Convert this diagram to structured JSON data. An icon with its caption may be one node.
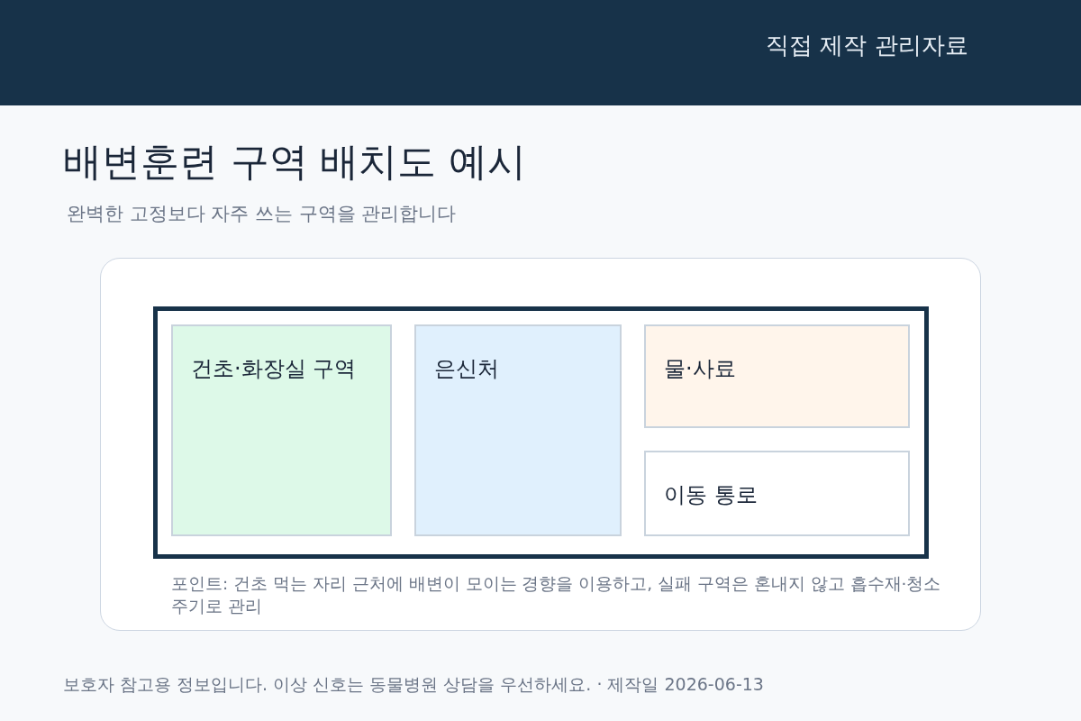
{
  "diagram": {
    "title": "배변훈련 구역 배치도 예시",
    "nodes": [
      {
        "text": [
          "직접 제작 관리자료"
        ]
      },
      {
        "text": [
          "포인트: 건초 먹는 자리 근처에 배변이 모이는 경향을 이용하고, 실패 구역은 혼내지 않고 흡수재·청소 주기로 관리"
        ]
      },
      {
        "text": [],
        "shape": "box",
        "in": 1
      },
      {
        "text": [
          "건초·화장실 구역"
        ],
        "in": 2
      },
      {
        "text": [
          "은신처"
        ],
        "in": 2
      },
      {
        "text": [
          "물·사료"
        ],
        "in": 2
      },
      {
        "text": [
          "이동 통로"
        ],
        "in": 2
      }
    ],
    "labels": [
      "완벽한 고정보다 자주 쓰는 구역을 관리합니다",
      "보호자 참고용 정보입니다. 이상 신호는 동물병원 상담을 우선하세요. · 제작일 2026-06-13"
    ]
  }
}
